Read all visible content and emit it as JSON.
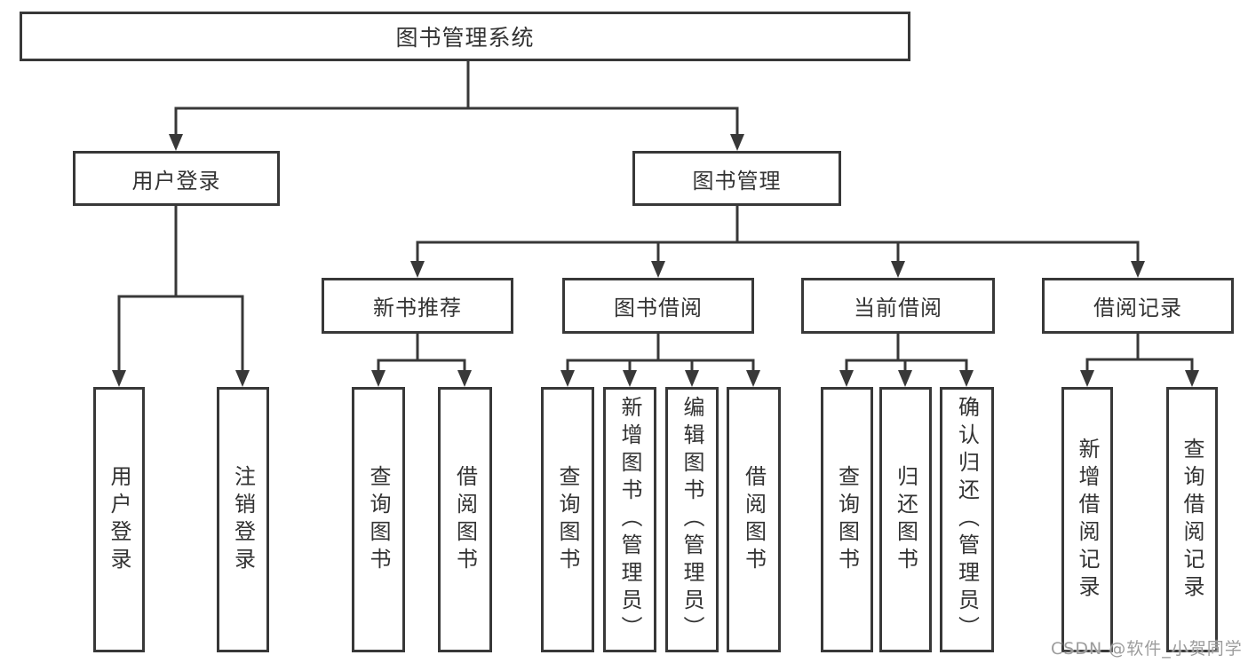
{
  "diagram": {
    "root": {
      "label": "图书管理系统"
    },
    "level2": [
      {
        "label": "用户登录"
      },
      {
        "label": "图书管理"
      }
    ],
    "level3": [
      {
        "label": "新书推荐"
      },
      {
        "label": "图书借阅"
      },
      {
        "label": "当前借阅"
      },
      {
        "label": "借阅记录"
      }
    ],
    "leaves": {
      "user_login": [
        "用户登录",
        "注销登录"
      ],
      "new_book": [
        "查询图书",
        "借阅图书"
      ],
      "book_borrow": [
        "查询图书",
        "新增图书（管理员）",
        "编辑图书（管理员）",
        "借阅图书"
      ],
      "current_borrow": [
        "查询图书",
        "归还图书",
        "确认归还（管理员）"
      ],
      "borrow_record": [
        "新增借阅记录",
        "查询借阅记录"
      ]
    }
  },
  "watermark": {
    "text": "CSDN @软件_小贺同学"
  },
  "colors": {
    "line": "#383838",
    "box_border": "#383838",
    "text": "#333333",
    "watermark": "#9c9c9c",
    "background": "#ffffff"
  }
}
